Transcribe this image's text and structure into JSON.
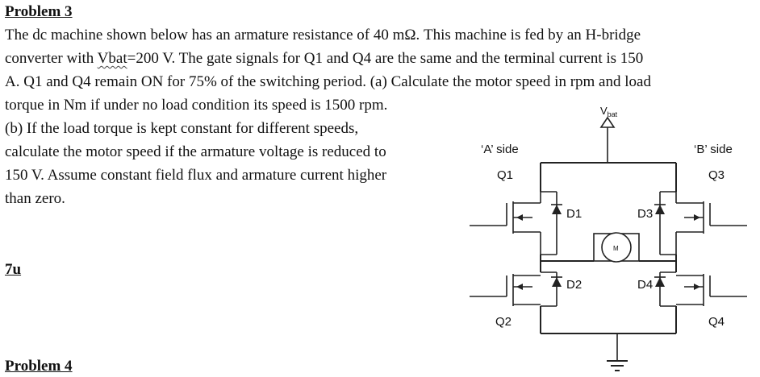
{
  "problem3": {
    "heading": "Problem 3",
    "lines": [
      "The dc machine shown below has an armature resistance of 40 mΩ. This machine is fed by an H-bridge",
      [
        "converter with ",
        "Vbat",
        "=200 V. The gate signals for Q1 and Q4 are the same and the terminal current is 150"
      ],
      "A. Q1 and Q4 remain ON for 75% of the switching period. (a) Calculate the motor speed in rpm and load",
      "torque in Nm if under no load condition its speed is 1500 rpm.",
      "(b) If the load torque is kept constant for different speeds,",
      "calculate the motor speed if the armature voltage is reduced to",
      "150 V. Assume constant field flux and armature current higher",
      "than zero."
    ]
  },
  "note": "7u",
  "problem4": {
    "heading": "Problem 4"
  },
  "circuit": {
    "vbat_main": "V",
    "vbat_sub": "bat",
    "a_side": "‘A’ side",
    "b_side": "‘B’ side",
    "q1": "Q1",
    "q2": "Q2",
    "q3": "Q3",
    "q4": "Q4",
    "d1": "D1",
    "d2": "D2",
    "d3": "D3",
    "d4": "D4",
    "motor": "M"
  }
}
